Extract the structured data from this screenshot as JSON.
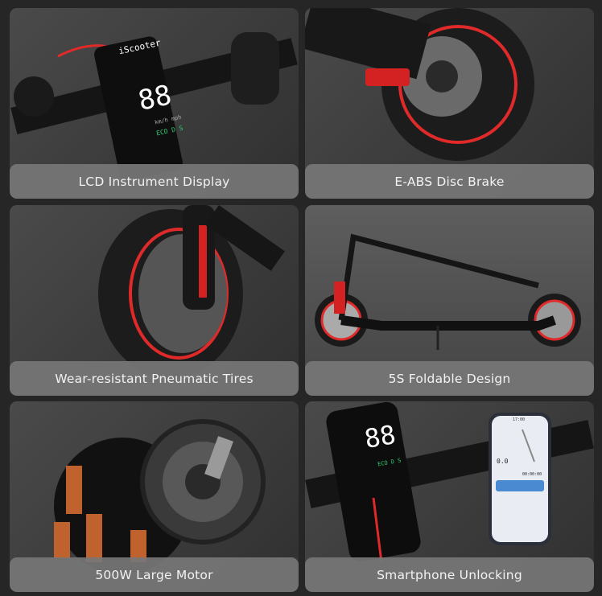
{
  "features": [
    {
      "caption": "LCD Instrument Display"
    },
    {
      "caption": "E-ABS Disc Brake"
    },
    {
      "caption": "Wear-resistant Pneumatic Tires"
    },
    {
      "caption": "5S Foldable Design"
    },
    {
      "caption": "500W Large Motor"
    },
    {
      "caption": "Smartphone Unlocking"
    }
  ],
  "display": {
    "brand": "iScooter",
    "speed": "88",
    "units": "km/h  mph",
    "modes": "ECO D S"
  },
  "phone": {
    "time": "17:00",
    "reading": "0.0",
    "timer": "00:00:00"
  },
  "colors": {
    "background": "#262626",
    "caption_bar": "#767676",
    "accent_red": "#e02a2a"
  }
}
